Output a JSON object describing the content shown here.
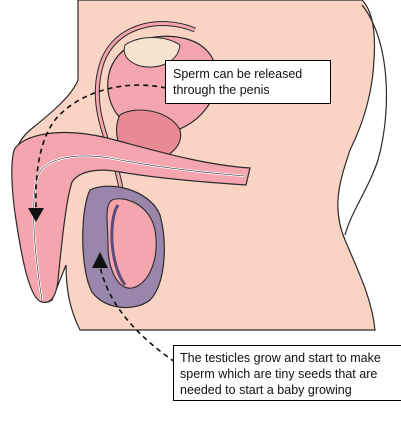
{
  "colors": {
    "skin": "#f9d3c4",
    "tissue": "#f4a5ad",
    "tissue_dark": "#e98993",
    "scrotum": "#9a86aa",
    "outline": "#2a2a2a",
    "arrow": "#111111",
    "callout_bg": "#ffffff"
  },
  "callouts": {
    "top": {
      "lines": [
        "Sperm can be released",
        "through the penis"
      ]
    },
    "bottom": {
      "lines": [
        "The testicles grow and start to make",
        "sperm which are tiny seeds that are",
        "needed to start a baby growing"
      ]
    }
  },
  "icons": {
    "down_arrow": "arrow-down-icon",
    "up_arrow": "arrow-up-icon"
  }
}
